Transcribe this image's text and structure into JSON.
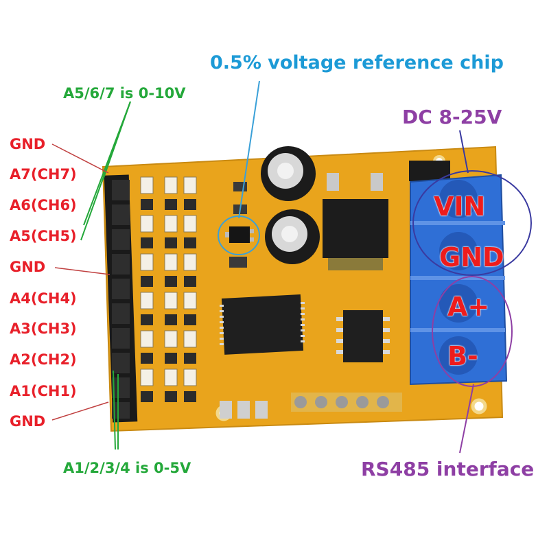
{
  "labels": {
    "voltage_ref": "0.5% voltage reference chip",
    "dc_input": "DC 8-25V",
    "a567_range": "A5/6/7 is 0-10V",
    "a1234_range": "A1/2/3/4 is 0-5V",
    "rs485": "RS485 interface"
  },
  "pins": [
    "GND",
    "A7(CH7)",
    "A6(CH6)",
    "A5(CH5)",
    "GND",
    "A4(CH4)",
    "A3(CH3)",
    "A2(CH2)",
    "A1(CH1)",
    "GND"
  ],
  "terminals": [
    "VIN",
    "GND",
    "A+",
    "B-"
  ],
  "colors": {
    "pcb": "#e9a41c",
    "terminal_block": "#2f6fd6",
    "pin_label": "#e8202a",
    "range_label": "#24a83a",
    "ref_label": "#1c9ad6",
    "interface_label": "#8e3fa4"
  }
}
